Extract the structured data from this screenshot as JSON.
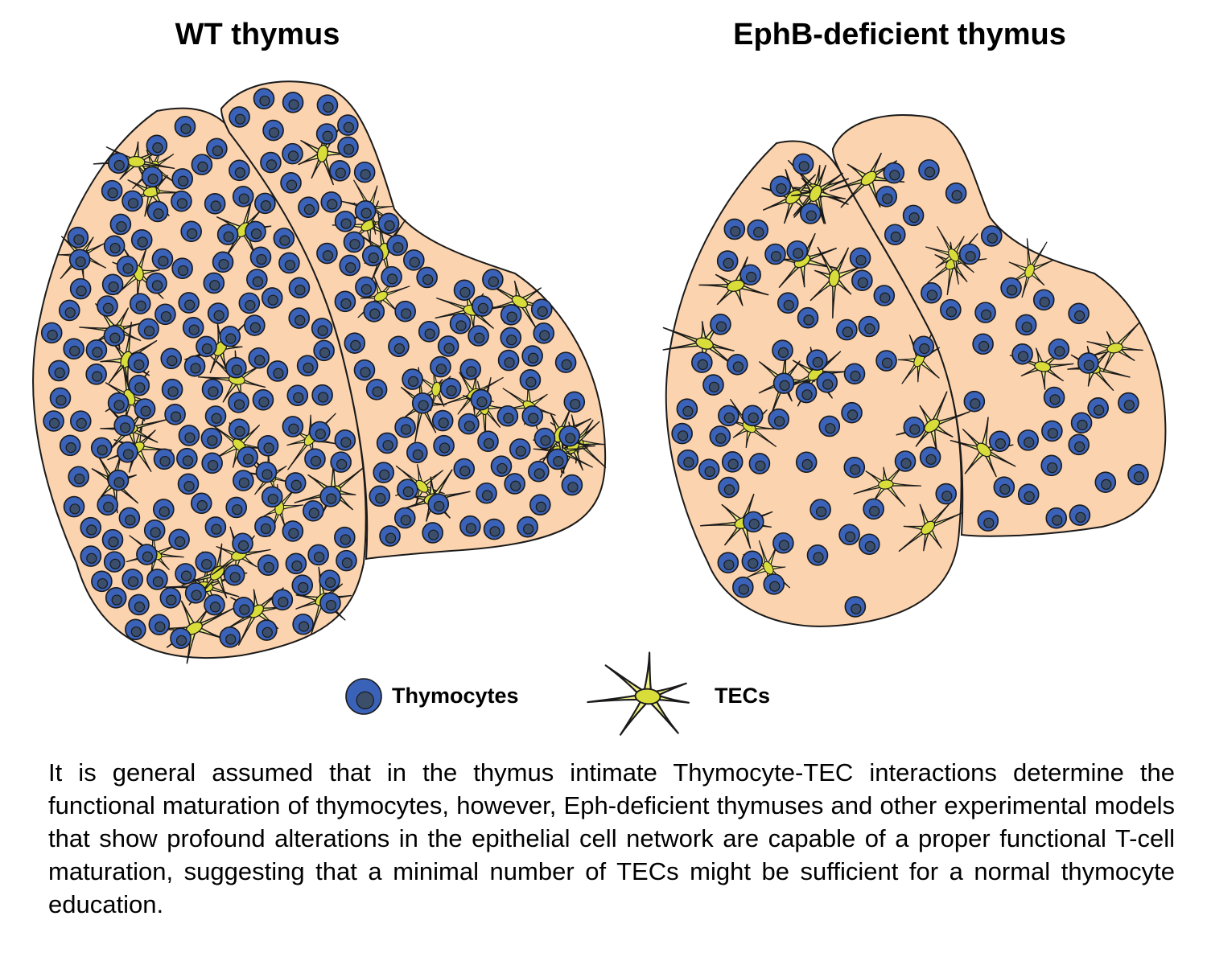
{
  "titles": {
    "wt": "WT thymus",
    "ephb": "EphB-deficient thymus"
  },
  "legend": {
    "thymocytes": "Thymocytes",
    "tecs": "TECs"
  },
  "caption": "It is general assumed that in the thymus intimate Thymocyte-TEC interactions determine the functional maturation of thymocytes, however, Eph-deficient thymuses and other experimental models that show profound alterations in the epithelial cell network are capable of a proper functional T-cell maturation, suggesting that a minimal number of TECs might be sufficient for a normal thymocyte education.",
  "colors": {
    "lobe_fill": "#fbd3ae",
    "outline": "#1a1a1a",
    "thymocyte_fill": "#3a62b8",
    "thymocyte_nucleus": "#3b4f6b",
    "tec_fill": "#f2f28a",
    "tec_nucleus": "#d9dd3a"
  }
}
